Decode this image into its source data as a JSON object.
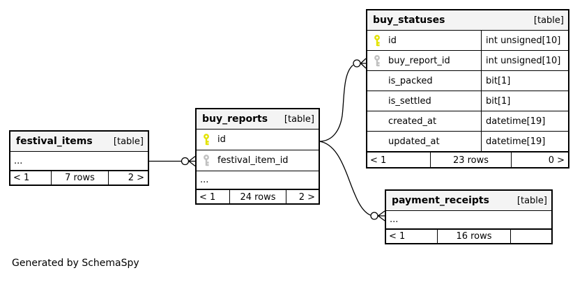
{
  "colors": {
    "header_bg": "#f4f4f4",
    "border": "#000000",
    "primary_key": "#e3e300",
    "foreign_key": "#c0c0c0",
    "background": "#ffffff"
  },
  "generated_by": "Generated by SchemaSpy",
  "tables": {
    "buy_statuses": {
      "name": "buy_statuses",
      "tag": "[table]",
      "rows": [
        {
          "key": "primary",
          "name": "id",
          "type": "int unsigned[10]"
        },
        {
          "key": "foreign",
          "name": "buy_report_id",
          "type": "int unsigned[10]"
        },
        {
          "key": "none",
          "name": "is_packed",
          "type": "bit[1]"
        },
        {
          "key": "none",
          "name": "is_settled",
          "type": "bit[1]"
        },
        {
          "key": "none",
          "name": "created_at",
          "type": "datetime[19]"
        },
        {
          "key": "none",
          "name": "updated_at",
          "type": "datetime[19]"
        }
      ],
      "footer": [
        "< 1",
        "23 rows",
        "0 >"
      ]
    },
    "buy_reports": {
      "name": "buy_reports",
      "tag": "[table]",
      "rows": [
        {
          "key": "primary",
          "name": "id"
        },
        {
          "key": "foreign",
          "name": "festival_item_id"
        },
        {
          "key": "none",
          "name": "..."
        }
      ],
      "footer": [
        "< 1",
        "24 rows",
        "2 >"
      ]
    },
    "festival_items": {
      "name": "festival_items",
      "tag": "[table]",
      "rows": [
        {
          "key": "none",
          "name": "..."
        }
      ],
      "footer": [
        "< 1",
        "7 rows",
        "2 >"
      ]
    },
    "payment_receipts": {
      "name": "payment_receipts",
      "tag": "[table]",
      "rows": [
        {
          "key": "none",
          "name": "..."
        }
      ],
      "footer": [
        "< 1",
        "16 rows",
        ""
      ]
    }
  },
  "relationships": [
    {
      "from": "festival_items",
      "to": "buy_reports.festival_item_id",
      "cardinality": "zero-or-many"
    },
    {
      "from": "buy_reports.id",
      "to": "buy_statuses.buy_report_id",
      "cardinality": "zero-or-many"
    },
    {
      "from": "buy_reports.id",
      "to": "payment_receipts",
      "cardinality": "zero-or-many"
    }
  ]
}
